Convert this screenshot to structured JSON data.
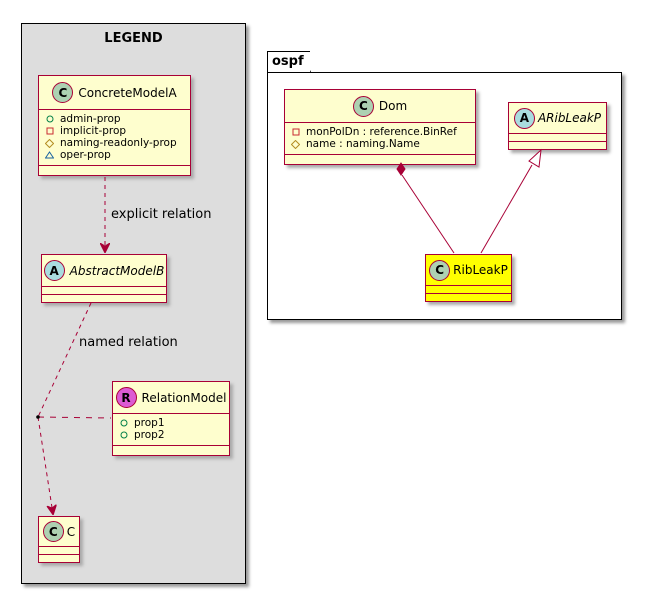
{
  "legend": {
    "title": "LEGEND",
    "classes": [
      {
        "name": "ConcreteModelA",
        "stereotype": "C",
        "attributes": [
          {
            "visibility": "public",
            "text": "admin-prop"
          },
          {
            "visibility": "private",
            "text": "implicit-prop"
          },
          {
            "visibility": "protected",
            "text": "naming-readonly-prop"
          },
          {
            "visibility": "package",
            "text": "oper-prop"
          }
        ]
      },
      {
        "name": "AbstractModelB",
        "stereotype": "A",
        "attributes": []
      },
      {
        "name": "RelationModel",
        "stereotype": "R",
        "attributes": [
          {
            "visibility": "public",
            "text": "prop1"
          },
          {
            "visibility": "public",
            "text": "prop2"
          }
        ]
      },
      {
        "name": "C",
        "stereotype": "C",
        "attributes": []
      }
    ],
    "relations": [
      {
        "from": "ConcreteModelA",
        "to": "AbstractModelB",
        "label": "explicit relation",
        "style": "dashed-arrow"
      },
      {
        "from": "AbstractModelB",
        "to": "C",
        "label": "named relation",
        "style": "dashed-arrow",
        "association_class": "RelationModel"
      }
    ]
  },
  "package": {
    "name": "ospf",
    "classes": [
      {
        "name": "Dom",
        "stereotype": "C",
        "attributes": [
          {
            "visibility": "private",
            "text": "monPolDn : reference.BinRef"
          },
          {
            "visibility": "protected",
            "text": "name : naming.Name"
          }
        ]
      },
      {
        "name": "ARibLeakP",
        "stereotype": "A",
        "attributes": []
      },
      {
        "name": "RibLeakP",
        "stereotype": "C",
        "highlight": "#ffff00",
        "attributes": []
      }
    ],
    "relations": [
      {
        "from": "Dom",
        "to": "RibLeakP",
        "style": "composition"
      },
      {
        "from": "RibLeakP",
        "to": "ARibLeakP",
        "style": "inheritance"
      }
    ]
  },
  "colors": {
    "class_fill": "#fefece",
    "class_border": "#a80036",
    "legend_bg": "#dddddd",
    "highlight": "#ffff00"
  }
}
